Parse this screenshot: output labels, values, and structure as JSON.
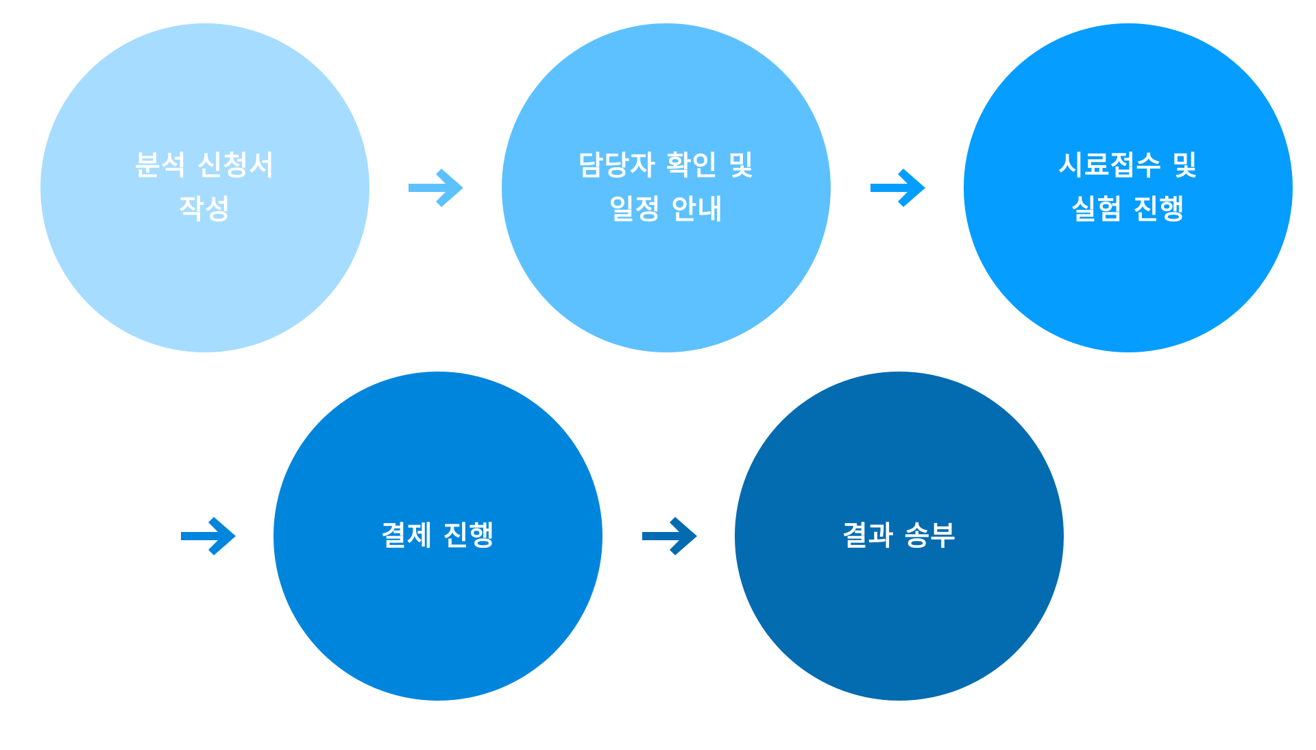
{
  "steps": [
    {
      "label": "분석 신청서\n작성",
      "color": "#a6dcff"
    },
    {
      "label": "담당자 확인 및\n일정 안내",
      "color": "#5ec1ff"
    },
    {
      "label": "시료접수 및\n실험 진행",
      "color": "#059dff"
    },
    {
      "label": "결제 진행",
      "color": "#0085dd"
    },
    {
      "label": "결과 송부",
      "color": "#036bb0"
    }
  ],
  "arrows": [
    {
      "icon": "arrow-right-icon",
      "color": "#5ec1ff"
    },
    {
      "icon": "arrow-right-icon",
      "color": "#059dff"
    },
    {
      "icon": "arrow-right-icon",
      "color": "#0085dd"
    },
    {
      "icon": "arrow-right-icon",
      "color": "#036bb0"
    }
  ]
}
